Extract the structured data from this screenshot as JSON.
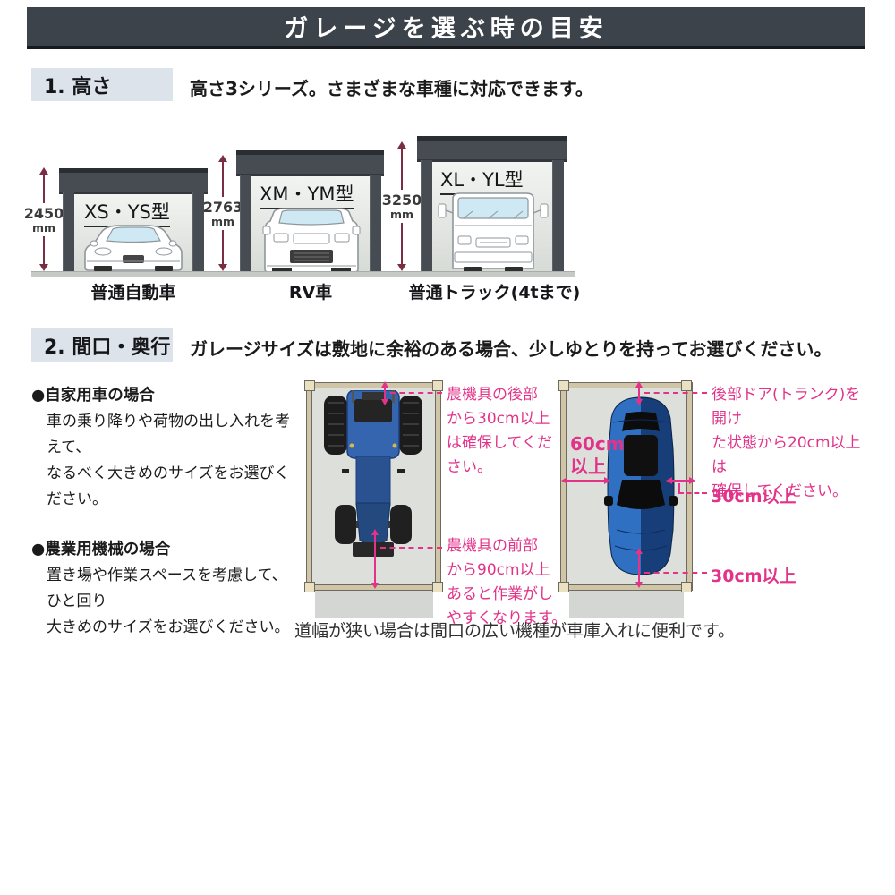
{
  "header": {
    "title": "ガレージを選ぶ時の目安"
  },
  "section1": {
    "label": "1. 高さ",
    "description": "高さ3シリーズ。さまざまな車種に対応できます。",
    "garages": [
      {
        "model": "XS・YS型",
        "height": "2450",
        "unit": "mm",
        "vehicle": "普通自動車"
      },
      {
        "model": "XM・YM型",
        "height": "2763",
        "unit": "mm",
        "vehicle": "RV車"
      },
      {
        "model": "XL・YL型",
        "height": "3250",
        "unit": "mm",
        "vehicle": "普通トラック(4tまで)"
      }
    ]
  },
  "section2": {
    "label": "2. 間口・奥行",
    "description": "ガレージサイズは敷地に余裕のある場合、少しゆとりを持ってお選びください。",
    "advice": [
      {
        "heading": "●自家用車の場合",
        "lines": [
          "車の乗り降りや荷物の出し入れを考えて、",
          "なるべく大きめのサイズをお選びください。"
        ]
      },
      {
        "heading": "●農業用機械の場合",
        "lines": [
          "置き場や作業スペースを考慮して、ひと回り",
          "大きめのサイズをお選びください。"
        ]
      }
    ],
    "tractor": {
      "rear_lines": [
        "農機具の後部",
        "から30cm以上",
        "は確保してくだ",
        "さい。"
      ],
      "front_lines": [
        "農機具の前部",
        "から90cm以上",
        "あると作業がし",
        "やすくなります。"
      ]
    },
    "car": {
      "rear_lines": [
        "後部ドア(トランク)を開け",
        "た状態から20cm以上は",
        "確保してください。"
      ],
      "left_lines": [
        "60cm",
        "以上"
      ],
      "side_label": "30cm以上",
      "front_label": "30cm以上"
    },
    "footer_note": "道幅が狭い場合は間口の広い機種が車庫入れに便利です。"
  },
  "colors": {
    "header_bg": "#3d434b",
    "badge_bg": "#dce3eb",
    "dimension_arrow": "#7a2e44",
    "annotation_pink": "#e23389",
    "garage_dark": "#474c52",
    "tractor_blue": "#3465ae",
    "car_blue_light": "#2f70c2",
    "car_blue_dark": "#173e78"
  }
}
